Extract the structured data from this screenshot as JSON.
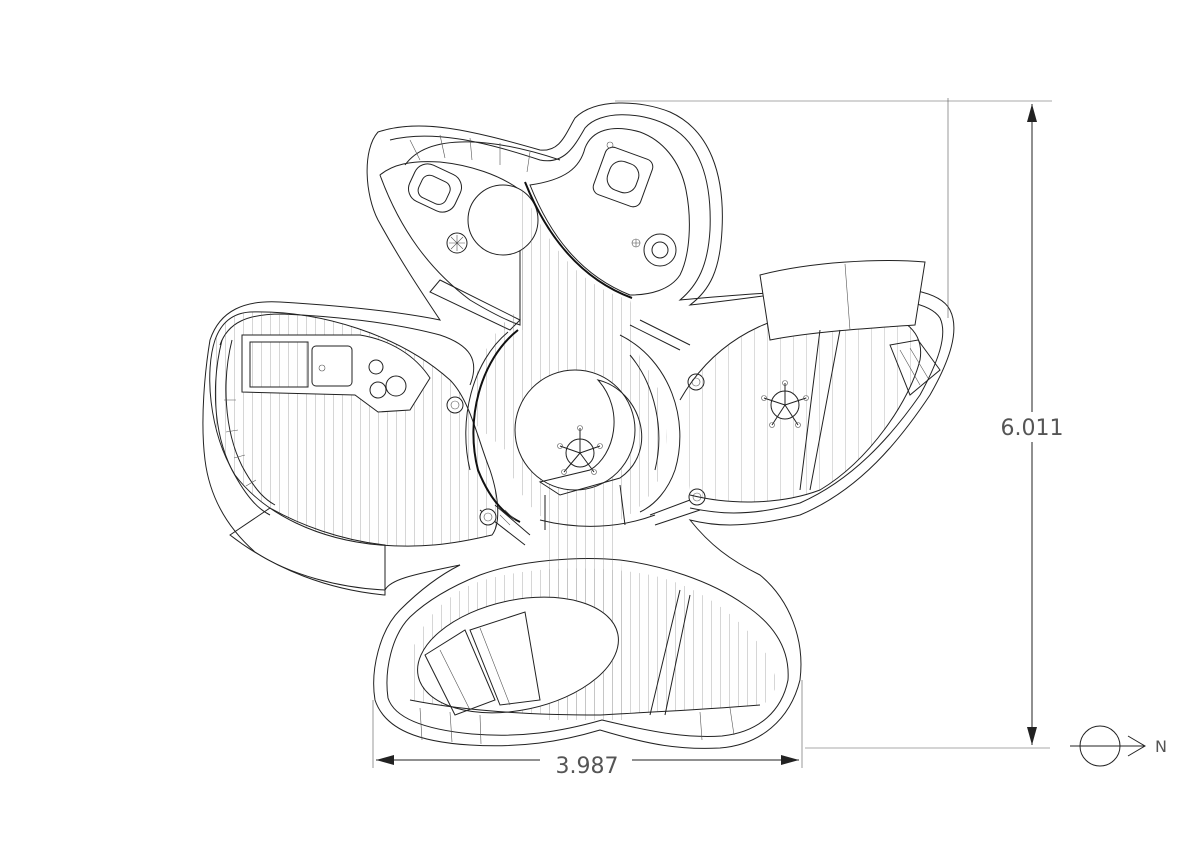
{
  "drawing": {
    "line_color": "#222222",
    "background": "#ffffff"
  },
  "dimensions": {
    "height_label": "6.011",
    "width_label": "3.987"
  },
  "north_arrow": {
    "label": "N"
  }
}
